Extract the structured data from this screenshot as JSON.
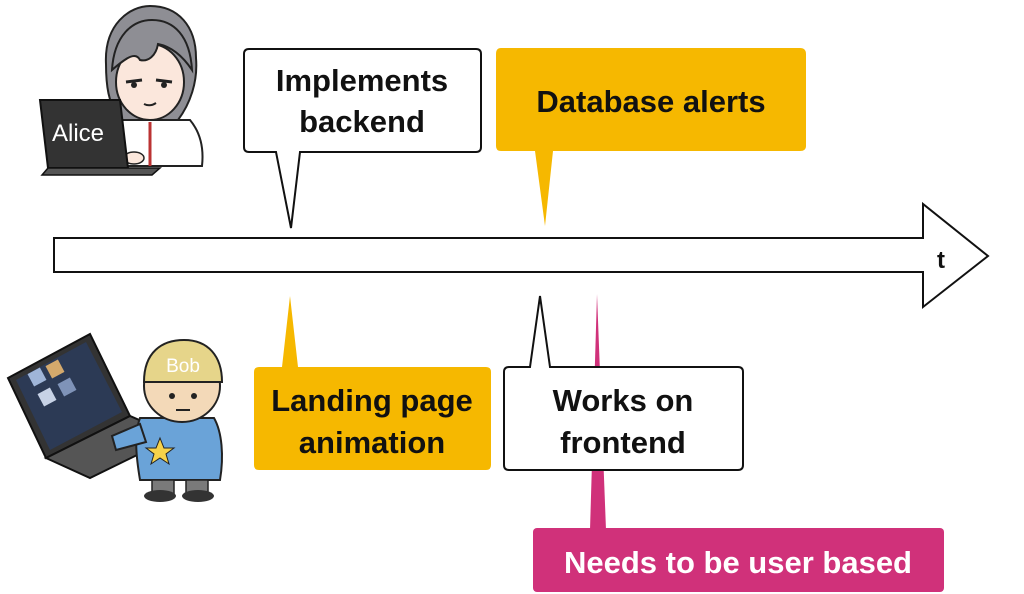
{
  "timeline": {
    "axis_label": "t"
  },
  "characters": {
    "alice": {
      "name": "Alice",
      "icon": "person-with-laptop"
    },
    "bob": {
      "name": "Bob",
      "icon": "person-with-laptop"
    }
  },
  "callouts": {
    "implements_backend": {
      "lines": [
        "Implements",
        "backend"
      ]
    },
    "database_alerts": {
      "lines": [
        "Database alerts"
      ]
    },
    "landing_page_animation": {
      "lines": [
        "Landing page",
        "animation"
      ]
    },
    "works_on_frontend": {
      "lines": [
        "Works on",
        "frontend"
      ]
    },
    "needs_user_based": {
      "lines": [
        "Needs to be user based"
      ]
    }
  },
  "colors": {
    "orange": "#f6b800",
    "magenta": "#d0317a",
    "white_box": "#ffffff",
    "outline": "#111111"
  }
}
